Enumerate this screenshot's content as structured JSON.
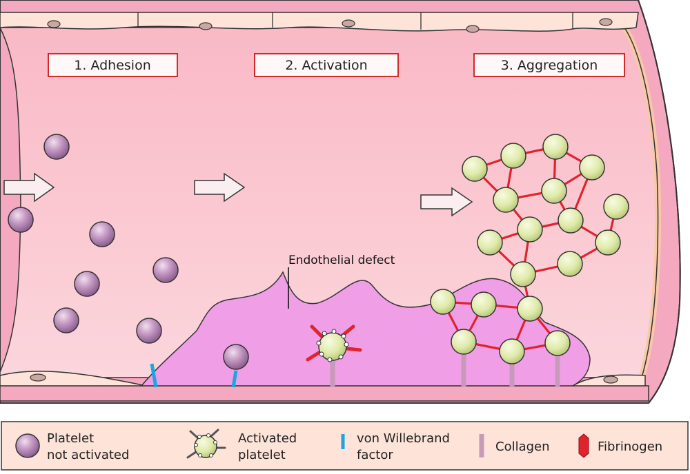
{
  "stages": {
    "adhesion": "1. Adhesion",
    "activation": "2. Activation",
    "aggregation": "3. Aggregation"
  },
  "annotation": "Endothelial defect",
  "legend": {
    "platelet_line1": "Platelet",
    "platelet_line2": "not activated",
    "activated_line1": "Activated",
    "activated_line2": "platelet",
    "vwf_line1": "von Willebrand",
    "vwf_line2": "factor",
    "collagen": "Collagen",
    "fibrinogen": "Fibrinogen"
  },
  "colors": {
    "lumen": "#f8c6cd",
    "wall": "#f4a9c0",
    "endothelium": "#fde3d8",
    "defect": "#f09ee6",
    "platelet": "#b989b8",
    "activated_platelet": "#dfeaa9",
    "fibrinogen": "#e0232d",
    "collagen": "#c79ab9",
    "vwf": "#1aa6e0",
    "label_border": "#d12a2a"
  },
  "icons": [
    "flow-arrow-icon",
    "platelet-icon",
    "activated-platelet-icon",
    "vwf-icon",
    "collagen-icon",
    "fibrinogen-icon"
  ]
}
